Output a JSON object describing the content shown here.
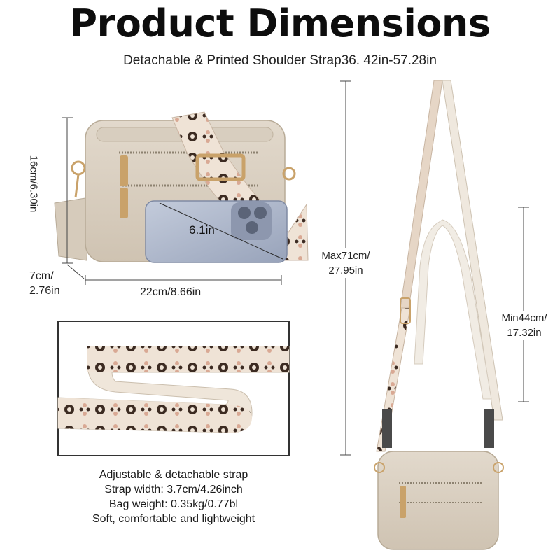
{
  "title": "Product Dimensions",
  "subtitle": "Detachable & Printed Shoulder Strap36. 42in-57.28in",
  "dimensions": {
    "height": "16cm/6.30in",
    "depth_line1": "7cm/",
    "depth_line2": "2.76in",
    "width": "22cm/8.66in",
    "phone": "6.1in",
    "max_line1": "Max71cm/",
    "max_line2": "27.95in",
    "min_line1": "Min44cm/",
    "min_line2": "17.32in"
  },
  "features": [
    "Adjustable & detachable strap",
    "Strap width: 3.7cm/4.26inch",
    "Bag weight: 0.35kg/0.77bl",
    "Soft, comfortable and lightweight"
  ],
  "colors": {
    "bag": "#dcd2c4",
    "bag_shadow": "#c6bba9",
    "strap_base": "#efe3d6",
    "flower_dark": "#3c2b22",
    "flower_pink": "#d9a994",
    "phone": "#a9b3c8",
    "hardware": "#c9a26a"
  }
}
